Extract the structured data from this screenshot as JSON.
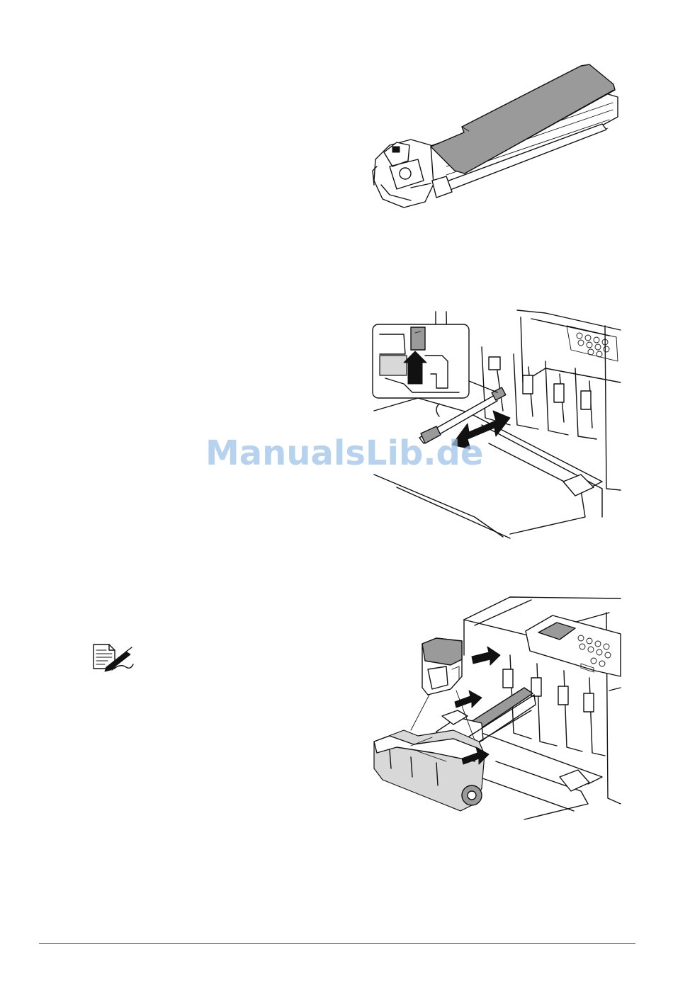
{
  "watermark": {
    "text": "ManualsLib.de",
    "color": "#9fc3ea"
  },
  "figures": {
    "imaging_unit": {
      "icon": "imaging-unit-illustration"
    },
    "cleaning": {
      "icon": "laser-lens-cleaning-illustration"
    },
    "reinstall": {
      "icon": "install-units-illustration"
    }
  },
  "note": {
    "icon": "note-pencil-icon"
  }
}
